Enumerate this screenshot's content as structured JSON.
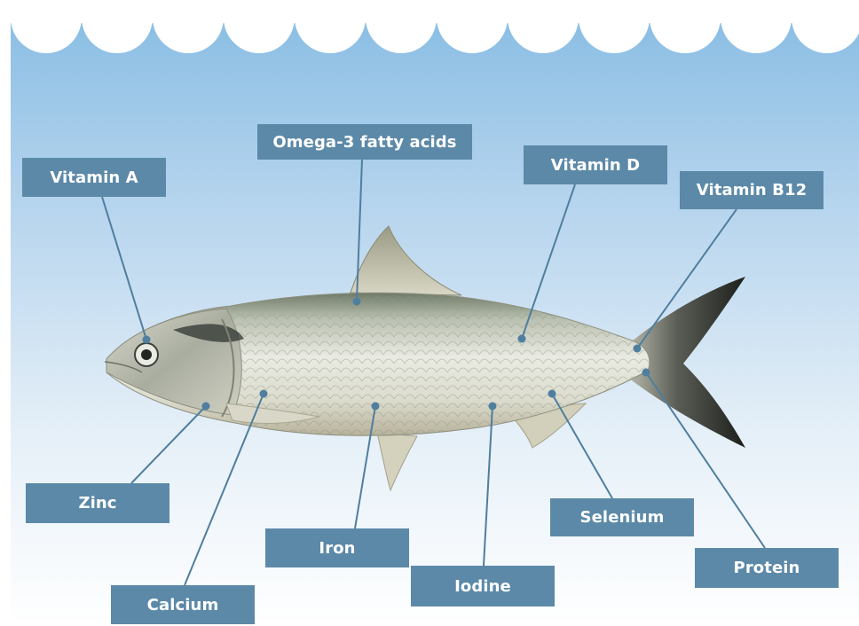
{
  "labels": {
    "vitamin_a": "Vitamin A",
    "omega3": "Omega-3 fatty acids",
    "vitamin_d": "Vitamin D",
    "vitamin_b12": "Vitamin  B12",
    "zinc": "Zinc",
    "calcium": "Calcium",
    "iron": "Iron",
    "iodine": "Iodine",
    "selenium": "Selenium",
    "protein": "Protein"
  },
  "colors": {
    "label_bg": "#5c89a8",
    "label_text": "#ffffff",
    "water_top": "#8dbfe3",
    "water_bottom": "#ffffff",
    "leader_line": "#4f7e9e"
  }
}
